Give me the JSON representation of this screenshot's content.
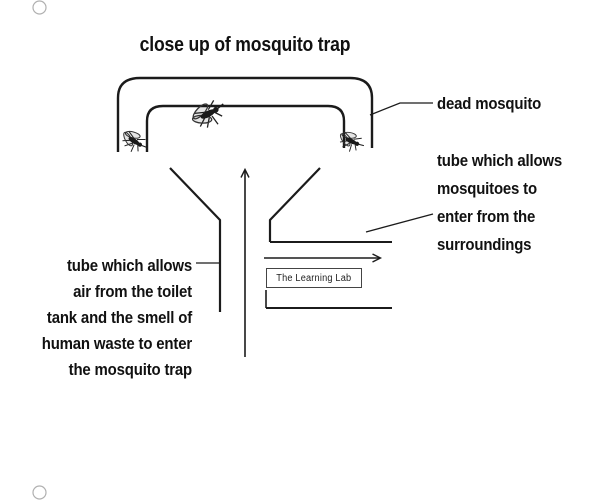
{
  "title": "close up of mosquito trap",
  "annotations": {
    "dead_mosquito": "dead mosquito",
    "surroundings_tube": "tube which allows\nmosquitoes to\nenter from the\nsurroundings",
    "toilet_tube": "tube which allows\nair from the toilet\ntank and the smell of\nhuman waste to enter\nthe mosquito trap"
  },
  "watermark": "The Learning Lab",
  "icons": [
    "mosquito-icon",
    "mosquito-icon",
    "mosquito-icon",
    "up-arrow",
    "right-arrow",
    "binder-hole",
    "binder-hole"
  ],
  "colors": {
    "line": "#1b1b1b",
    "text": "#111111",
    "background": "#ffffff",
    "binder_hole_stroke": "#b0b0b0"
  }
}
